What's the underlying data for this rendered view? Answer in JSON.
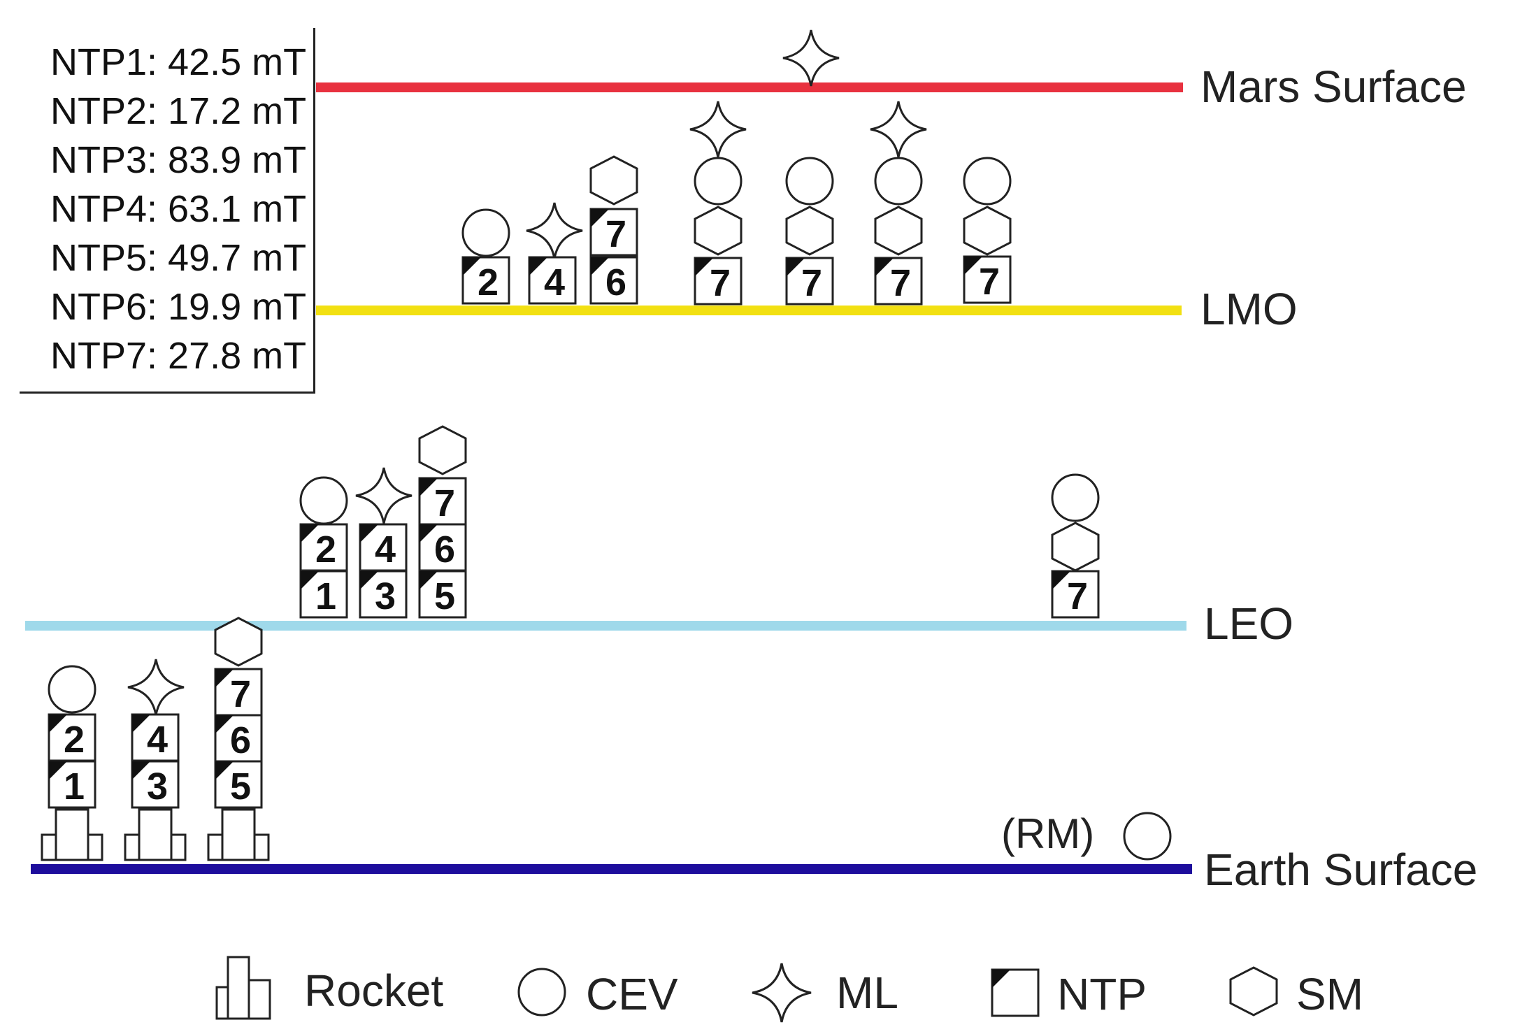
{
  "legend_box": {
    "lines": [
      "NTP1: 42.5 mT",
      "NTP2: 17.2 mT",
      "NTP3: 83.9 mT",
      "NTP4: 63.1 mT",
      "NTP5: 49.7 mT",
      "NTP6: 19.9 mT",
      "NTP7: 27.8 mT"
    ]
  },
  "levels": {
    "mars_surface": {
      "label": "Mars Surface",
      "color": "#e8313f"
    },
    "lmo": {
      "label": "LMO",
      "color": "#f2e012"
    },
    "leo": {
      "label": "LEO",
      "color": "#9fd9ea"
    },
    "earth_surface": {
      "label": "Earth Surface",
      "color": "#1d0d9c"
    }
  },
  "rm_label": "(RM)",
  "key": {
    "rocket": "Rocket",
    "cev": "CEV",
    "ml": "ML",
    "ntp": "NTP",
    "sm": "SM"
  },
  "ntp_numbers": [
    "1",
    "2",
    "3",
    "4",
    "5",
    "6",
    "7"
  ]
}
